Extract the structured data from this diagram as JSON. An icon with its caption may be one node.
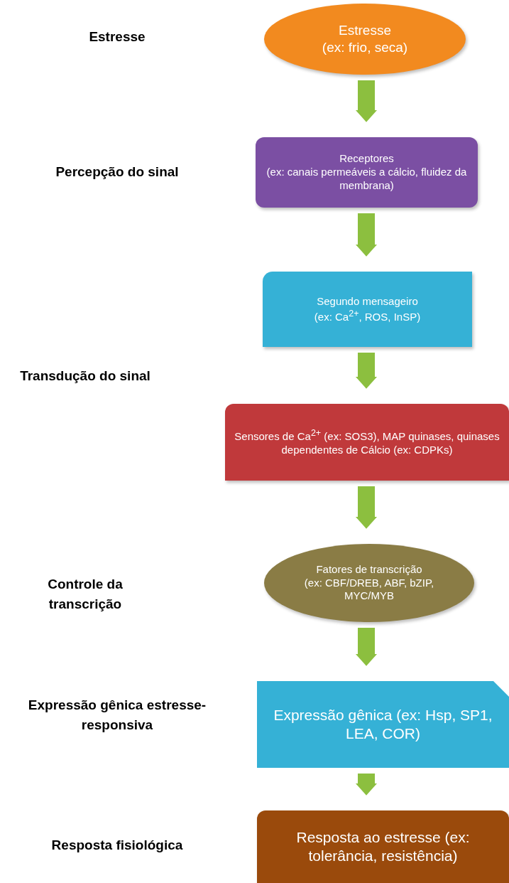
{
  "diagram": {
    "nodes": [
      {
        "text": [
          "Estresse",
          "(ex: frio, seca)"
        ]
      },
      {
        "text": [
          "Receptores",
          "(ex: canais permeáveis a cálcio, fluidez da membrana)"
        ]
      },
      {
        "text": [
          "Segundo mensageiro",
          "(ex: Ca$^{2+}$, ROS, InSP)"
        ]
      },
      {
        "text": [
          "Sensores de Ca$^{2+}$ (ex: SOS3), MAP quinases, quinases dependentes de Cálcio (ex: CDPKs)"
        ]
      },
      {
        "text": [
          "Fatores de transcrição",
          "(ex: CBF/DREB, ABF, bZIP, MYC/MYB"
        ]
      },
      {
        "text": [
          "Expressão gênica (ex: Hsp, SP1, LEA, COR)"
        ]
      },
      {
        "text": [
          "Resposta ao estresse (ex: tolerância, resistência)"
        ]
      }
    ],
    "edges": [
      {
        "from": 0,
        "to": 1,
        "arrow": "to"
      },
      {
        "from": 1,
        "to": 2,
        "arrow": "to"
      },
      {
        "from": 2,
        "to": 3,
        "arrow": "to"
      },
      {
        "from": 3,
        "to": 4,
        "arrow": "to"
      },
      {
        "from": 4,
        "to": 5,
        "arrow": "to"
      },
      {
        "from": 5,
        "to": 6,
        "arrow": "to"
      }
    ],
    "labels": [
      "Estresse",
      "Percepção do sinal",
      "Transdução do sinal",
      "Controle da transcrição",
      "Expressão gênica estresse-responsiva",
      "Resposta fisiológica"
    ]
  }
}
